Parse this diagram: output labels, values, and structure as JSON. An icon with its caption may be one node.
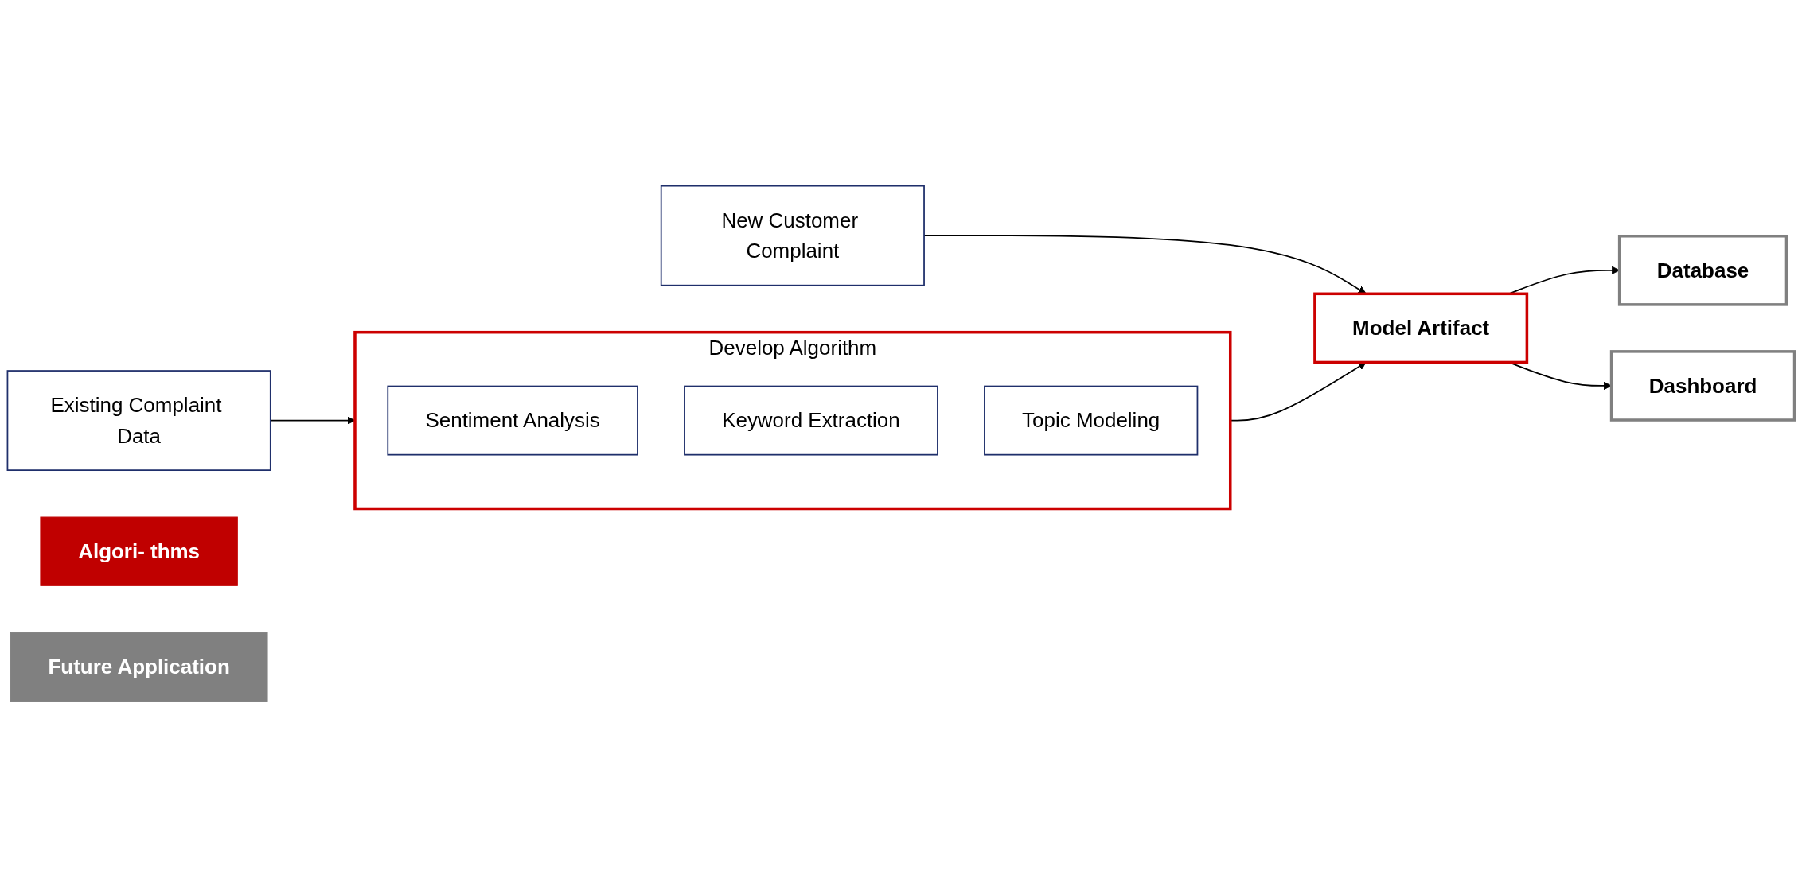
{
  "diagram": {
    "nodes": [
      {
        "text": [
          "Existing Complaint Data"
        ]
      },
      {
        "text": [
          "New Customer Complaint"
        ]
      },
      {
        "text": [
          "Develop Algorithm"
        ]
      },
      {
        "text": [
          "Sentiment Analysis"
        ],
        "in": 2
      },
      {
        "text": [
          "Keyword Extraction"
        ],
        "in": 2
      },
      {
        "text": [
          "Topic Modeling"
        ],
        "in": 2
      },
      {
        "text": [
          "Algori- thms"
        ]
      },
      {
        "text": [
          "Model Artifact"
        ]
      },
      {
        "text": [
          "Database"
        ]
      },
      {
        "text": [
          "Future Application"
        ]
      },
      {
        "text": [
          "Dashboard"
        ]
      }
    ],
    "edges": [
      {
        "from": 0,
        "to": 2,
        "arrow": "to"
      },
      {
        "from": 1,
        "to": 7,
        "arrow": "to"
      },
      {
        "from": 2,
        "to": 7,
        "arrow": "to"
      },
      {
        "from": 7,
        "to": 8,
        "arrow": "to"
      },
      {
        "from": 7,
        "to": 10,
        "arrow": "to"
      }
    ]
  }
}
